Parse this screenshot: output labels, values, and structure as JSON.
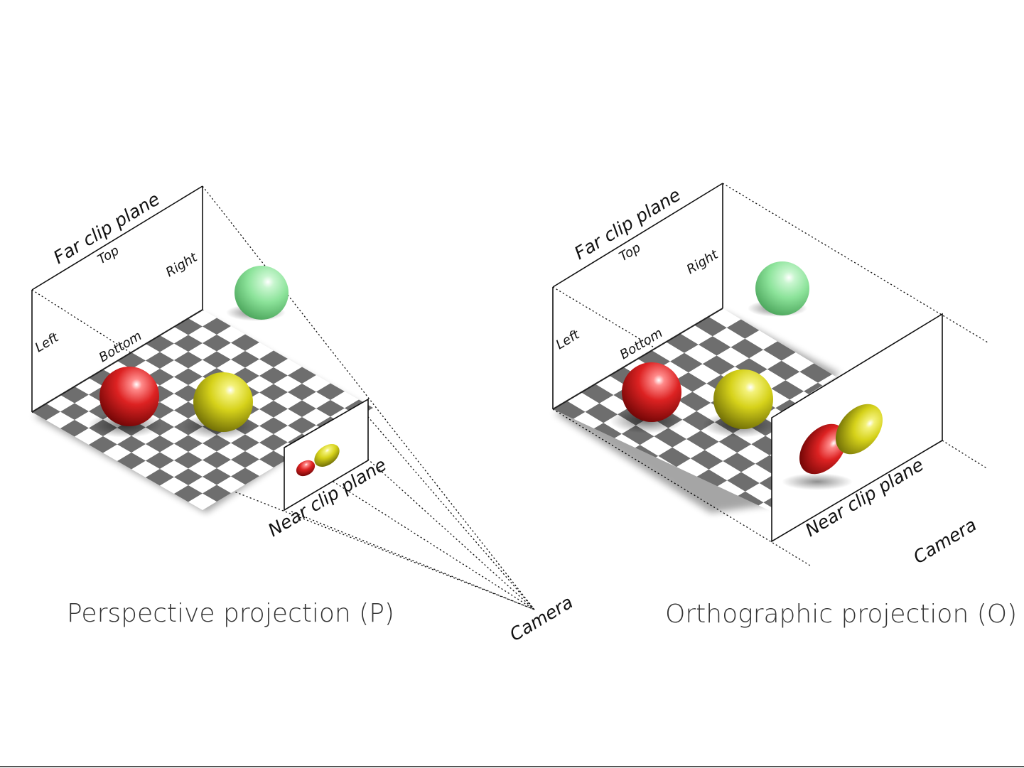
{
  "diagrams": [
    {
      "id": "perspective",
      "caption": "Perspective projection (P)",
      "labels": {
        "far": "Far clip plane",
        "top": "Top",
        "right": "Right",
        "left": "Left",
        "bottom": "Bottom",
        "near": "Near clip plane",
        "camera": "Camera"
      }
    },
    {
      "id": "orthographic",
      "caption": "Orthographic projection (O)",
      "labels": {
        "far": "Far clip plane",
        "top": "Top",
        "right": "Right",
        "left": "Left",
        "bottom": "Bottom",
        "near": "Near clip plane",
        "camera": "Camera"
      }
    }
  ],
  "colors": {
    "checker_dark": "#6e6e6e",
    "checker_light": "#ffffff",
    "sphere_red": "#d41e1e",
    "sphere_yellow": "#d6d21a",
    "sphere_green": "#7fe08e"
  }
}
